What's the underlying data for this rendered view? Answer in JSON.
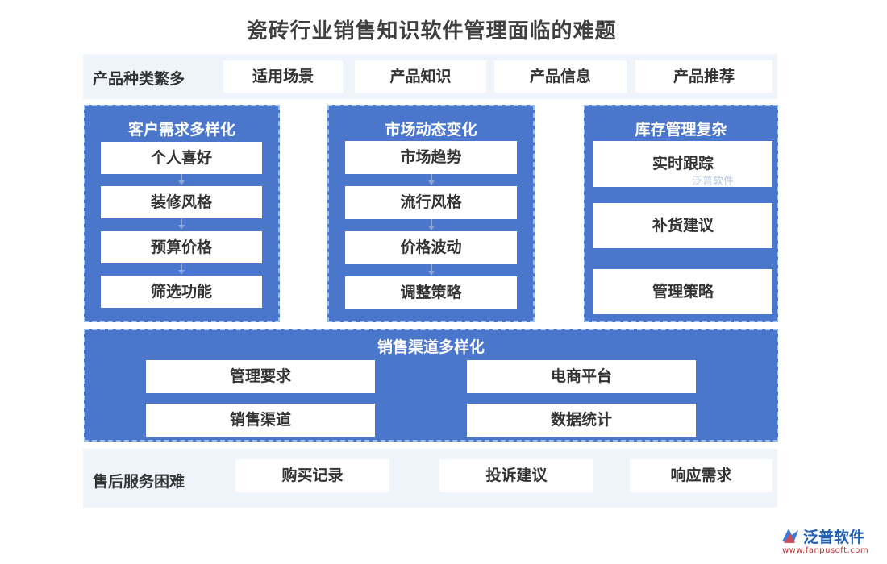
{
  "title": "瓷砖行业销售知识软件管理面临的难题",
  "product_row": {
    "label": "产品种类繁多",
    "items": [
      "适用场景",
      "产品知识",
      "产品信息",
      "产品推荐"
    ]
  },
  "customer_panel": {
    "title": "客户需求多样化",
    "items": [
      "个人喜好",
      "装修风格",
      "预算价格",
      "筛选功能"
    ]
  },
  "market_panel": {
    "title": "市场动态变化",
    "items": [
      "市场趋势",
      "流行风格",
      "价格波动",
      "调整策略"
    ]
  },
  "inventory_panel": {
    "title": "库存管理复杂",
    "items": [
      "实时跟踪",
      "补货建议",
      "管理策略"
    ]
  },
  "channel_panel": {
    "title": "销售渠道多样化",
    "items": [
      "管理要求",
      "电商平台",
      "销售渠道",
      "数据统计"
    ]
  },
  "aftersales_row": {
    "label": "售后服务困难",
    "items": [
      "购买记录",
      "投诉建议",
      "响应需求"
    ]
  },
  "watermark": "泛普软件",
  "logo": {
    "name": "泛普软件",
    "url": "www.fanpusoft.com"
  },
  "colors": {
    "panel_blue": "#4a77cc",
    "light_bg": "#eef4fa"
  }
}
